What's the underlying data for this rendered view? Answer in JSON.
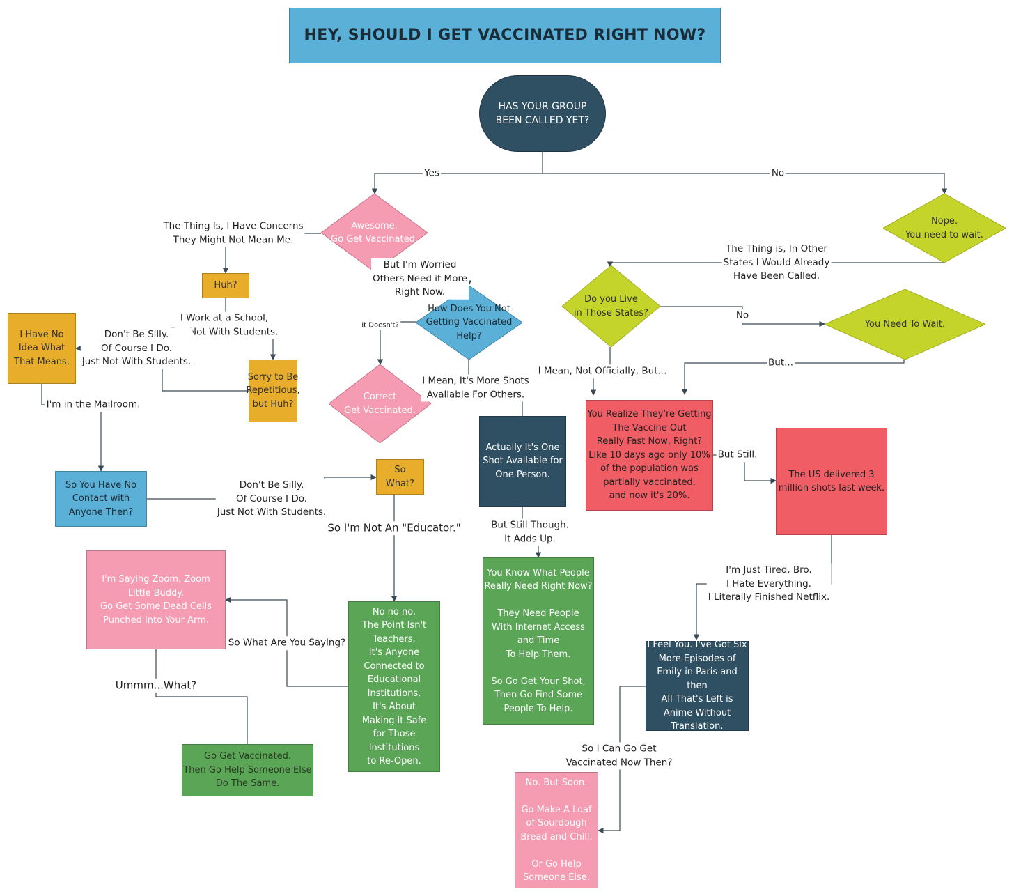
{
  "title": "HEY, SHOULD I GET VACCINATED  RIGHT NOW?",
  "colors": {
    "title_bg": "#5ab0d6",
    "start": "#2f4f63",
    "pink": "#f59bb2",
    "gold": "#e8ae2b",
    "navy": "#2f4f63",
    "sky": "#5ab0d6",
    "lime": "#c5d42a",
    "green": "#5ba557",
    "red": "#f05d64",
    "connector": "#3a4a55"
  },
  "nodes": {
    "start": "HAS YOUR GROUP\nBEEN CALLED YET?",
    "awesome": "Awesome.\nGo Get Vaccinated.",
    "nope": "Nope.\nYou  need to wait.",
    "huh": "Huh?",
    "how_does": "How Does You Not\nGetting Vaccinated\nHelp?",
    "correct": "Correct\nGet Vaccinated.",
    "do_you_live": "Do you Live\nin Those States?",
    "you_need_to_wait": "You  Need To  Wait.",
    "no_idea": "I Have No\nIdea What\nThat Means.",
    "sorry_repetitious": "Sorry to Be\nRepetitious,\nbut Huh?",
    "actually_one_shot": "Actually It's One\nShot Available for\nOne Person.",
    "you_realize": "You  Realize They're Getting\nThe Vaccine Out\nReally Fast Now, Right?\nLike 10 days ago only 10%\nof the population was\npartially vaccinated,\nand now it's 20%.",
    "us_delivered": "The US delivered 3\nmillion shots last week.",
    "no_contact": "So You Have No\nContact with\nAnyone Then?",
    "so_what": "So\nWhat?",
    "zoom": "I'm Saying Zoom, Zoom\nLittle Buddy.\nGo Get Some Dead Cells\nPunched Into Your  Arm.",
    "point_isnt": "No no no.\nThe Point Isn't\nTeachers,\nIt's Anyone\nConnected to\nEducational\nInstitutions.\nIt's About\nMaking it Safe\nfor Those\nInstitutions\nto Re-Open.",
    "you_know": "You  Know What People\nReally Need Right Now?\n\nThey Need People\nWith Internet Access\nand Time\nTo  Help Them.\n\nSo Go Get Your  Shot,\nThen Go Find Some\nPeople To  Help.",
    "feel_you": "I Feel You.  I've Got Six\nMore Episodes of\nEmily in Paris and then\nAll That's Left is\nAnime Without\nTranslation.",
    "go_get_help": "Go Get Vaccinated.\nThen Go Help Someone Else\nDo The Same.",
    "no_but_soon": "No. But Soon.\n\nGo Make A Loaf\nof Sourdough\nBread and Chill.\n\nOr Go Help\nSomeone Else."
  },
  "labels": {
    "yes": "Yes",
    "no": "No",
    "concerns": "The Thing Is, I Have Concerns\nThey Might Not Mean Me.",
    "worried": "But I'm Worried\nOthers Need it More\nRight Now.",
    "other_states": "The Thing is, In Other\nStates I Would Already\nHave Been Called.",
    "work_school": "I Work at a School,\nBut Not With Students.",
    "dont_be_silly_1": "Don't Be Silly.\nOf Course I Do.\nJust Not With Students.",
    "it_doesnt": "It Doesn't?",
    "no_2": "No",
    "mailroom": "I'm in the Mailroom.",
    "more_shots": "I Mean, It's More Shots\nAvailable For Others.",
    "not_officially": "I Mean, Not Officially, But...",
    "but": "But...",
    "but_still": "But Still.",
    "dont_be_silly_2": "Don't Be Silly.\nOf Course I Do.\nJust Not With Students.",
    "not_educator": "So I'm Not An \"Educator.\"",
    "still_though": "But Still Though.\nIt Adds Up.",
    "tired": "I'm Just Tired, Bro.\nI Hate Everything.\nI Literally Finished Netflix.",
    "what_saying": "So What Are You Saying?",
    "ummm": "Ummm...What?",
    "can_go": "So I Can Go Get\nVaccinated Now Then?"
  }
}
